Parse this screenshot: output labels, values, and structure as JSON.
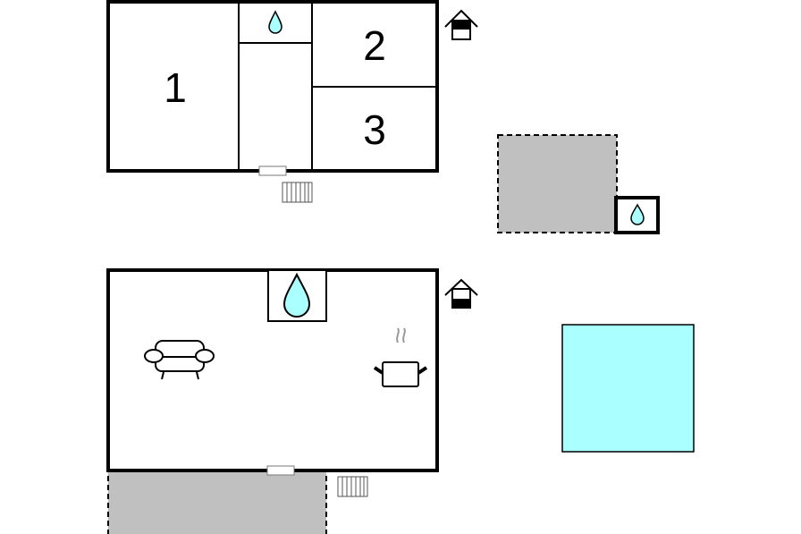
{
  "floor_upper": {
    "rooms": [
      {
        "label": "1"
      },
      {
        "label": "2"
      },
      {
        "label": "3"
      }
    ]
  },
  "colors": {
    "wall": "#000000",
    "terrace": "#c0c0c0",
    "water": "#aaffff"
  },
  "icons": [
    "water-drop-icon",
    "house-icon",
    "radiator-icon",
    "door-icon",
    "sofa-icon",
    "cooking-pot-icon",
    "pool"
  ]
}
